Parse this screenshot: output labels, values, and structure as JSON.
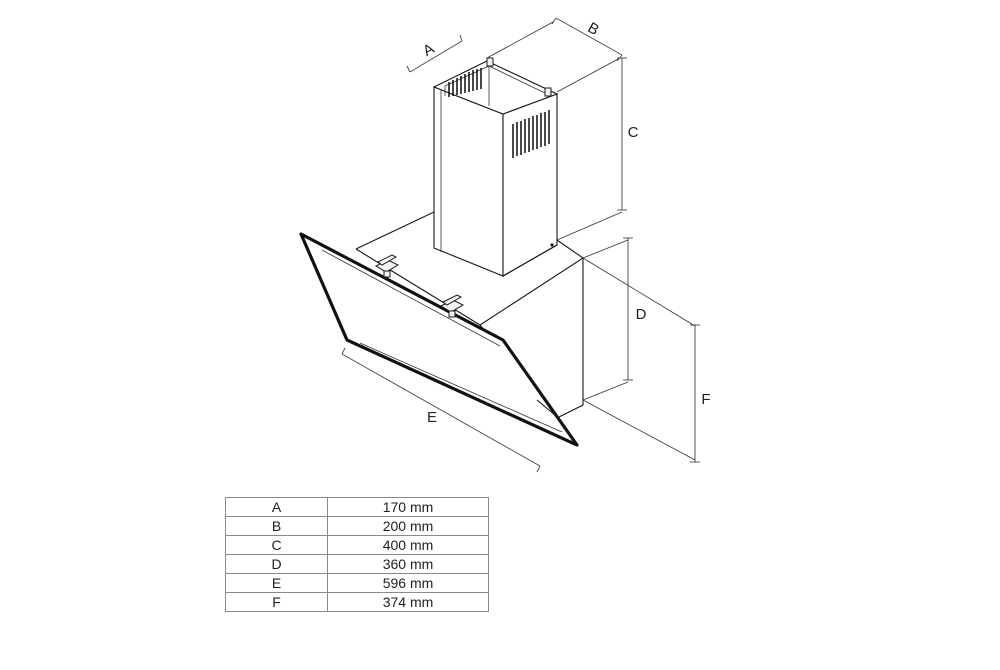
{
  "diagram": {
    "dimension_labels": {
      "A": "A",
      "B": "B",
      "C": "C",
      "D": "D",
      "E": "E",
      "F": "F"
    }
  },
  "table": {
    "rows": [
      {
        "letter": "A",
        "value": "170 mm"
      },
      {
        "letter": "B",
        "value": "200 mm"
      },
      {
        "letter": "C",
        "value": "400 mm"
      },
      {
        "letter": "D",
        "value": "360 mm"
      },
      {
        "letter": "E",
        "value": "596 mm"
      },
      {
        "letter": "F",
        "value": "374 mm"
      }
    ]
  }
}
